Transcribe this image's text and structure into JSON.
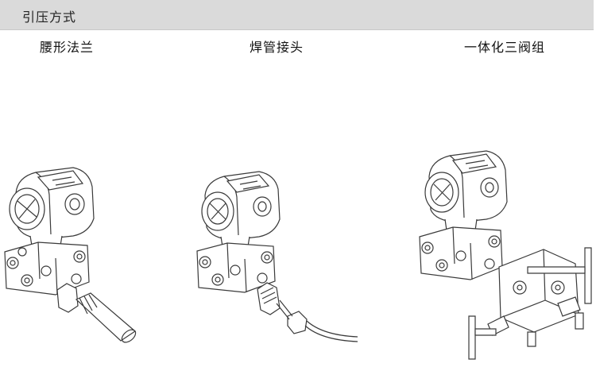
{
  "section": {
    "title": "引压方式"
  },
  "options": [
    {
      "label": "腰形法兰",
      "icon": "transmitter-flange-connection-icon"
    },
    {
      "label": "焊管接头",
      "icon": "transmitter-weld-pipe-connection-icon"
    },
    {
      "label": "一体化三阀组",
      "icon": "transmitter-three-valve-manifold-icon"
    }
  ]
}
